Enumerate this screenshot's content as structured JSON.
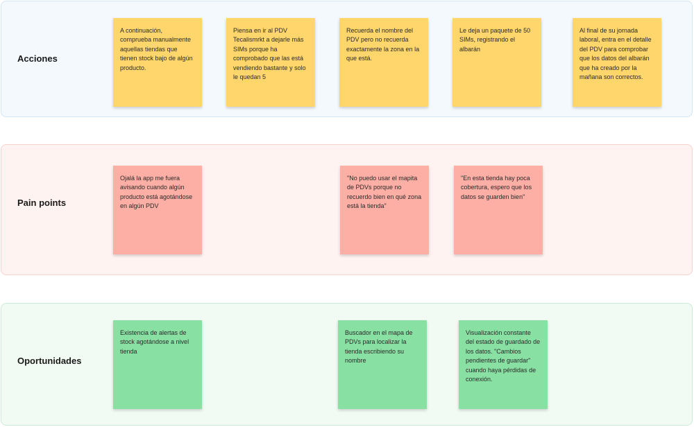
{
  "lanes": {
    "acciones": {
      "title": "Acciones",
      "notes": [
        "A continuación, comprueba manualmente aquellas tiendas que tienen stock bajo de algún producto.",
        "Piensa en ir al PDV Tecalismrkt a dejarle más SIMs porque ha comprobado que las está vendiendo bastante y solo le quedan 5",
        "Recuerda el nombre del PDV pero no recuerda exactamente la zona en la que está.",
        "Le deja un paquete de 50 SIMs, registrando el albarán",
        "Al final de su jornada laboral, entra en el detalle del PDV para comprobar que los datos del albarán que ha creado por la mañana son correctos."
      ]
    },
    "pain_points": {
      "title": "Pain points",
      "notes": [
        "Ojalá la app me fuera avisando cuando algún producto está agotándose en algún PDV",
        "\"No puedo usar el mapita de PDVs porque no recuerdo bien en qué zona está la tienda\"",
        "\"En esta tienda hay poca cobertura, espero que los datos se guarden bien\""
      ]
    },
    "oportunidades": {
      "title": "Oportunidades",
      "notes": [
        "Existencia de alertas de stock agotándose a nivel tienda",
        "Buscador en el mapa de PDVs para localizar la tienda escribiendo su nombre",
        "Visualización constante del estado de guardado de los datos. \"Cambios pendientes de guardar\" cuando haya pérdidas de conexión."
      ]
    }
  },
  "colors": {
    "acciones_note": "#fed66b",
    "pain_note": "#fdafa5",
    "oportunidades_note": "#88e0a2"
  }
}
